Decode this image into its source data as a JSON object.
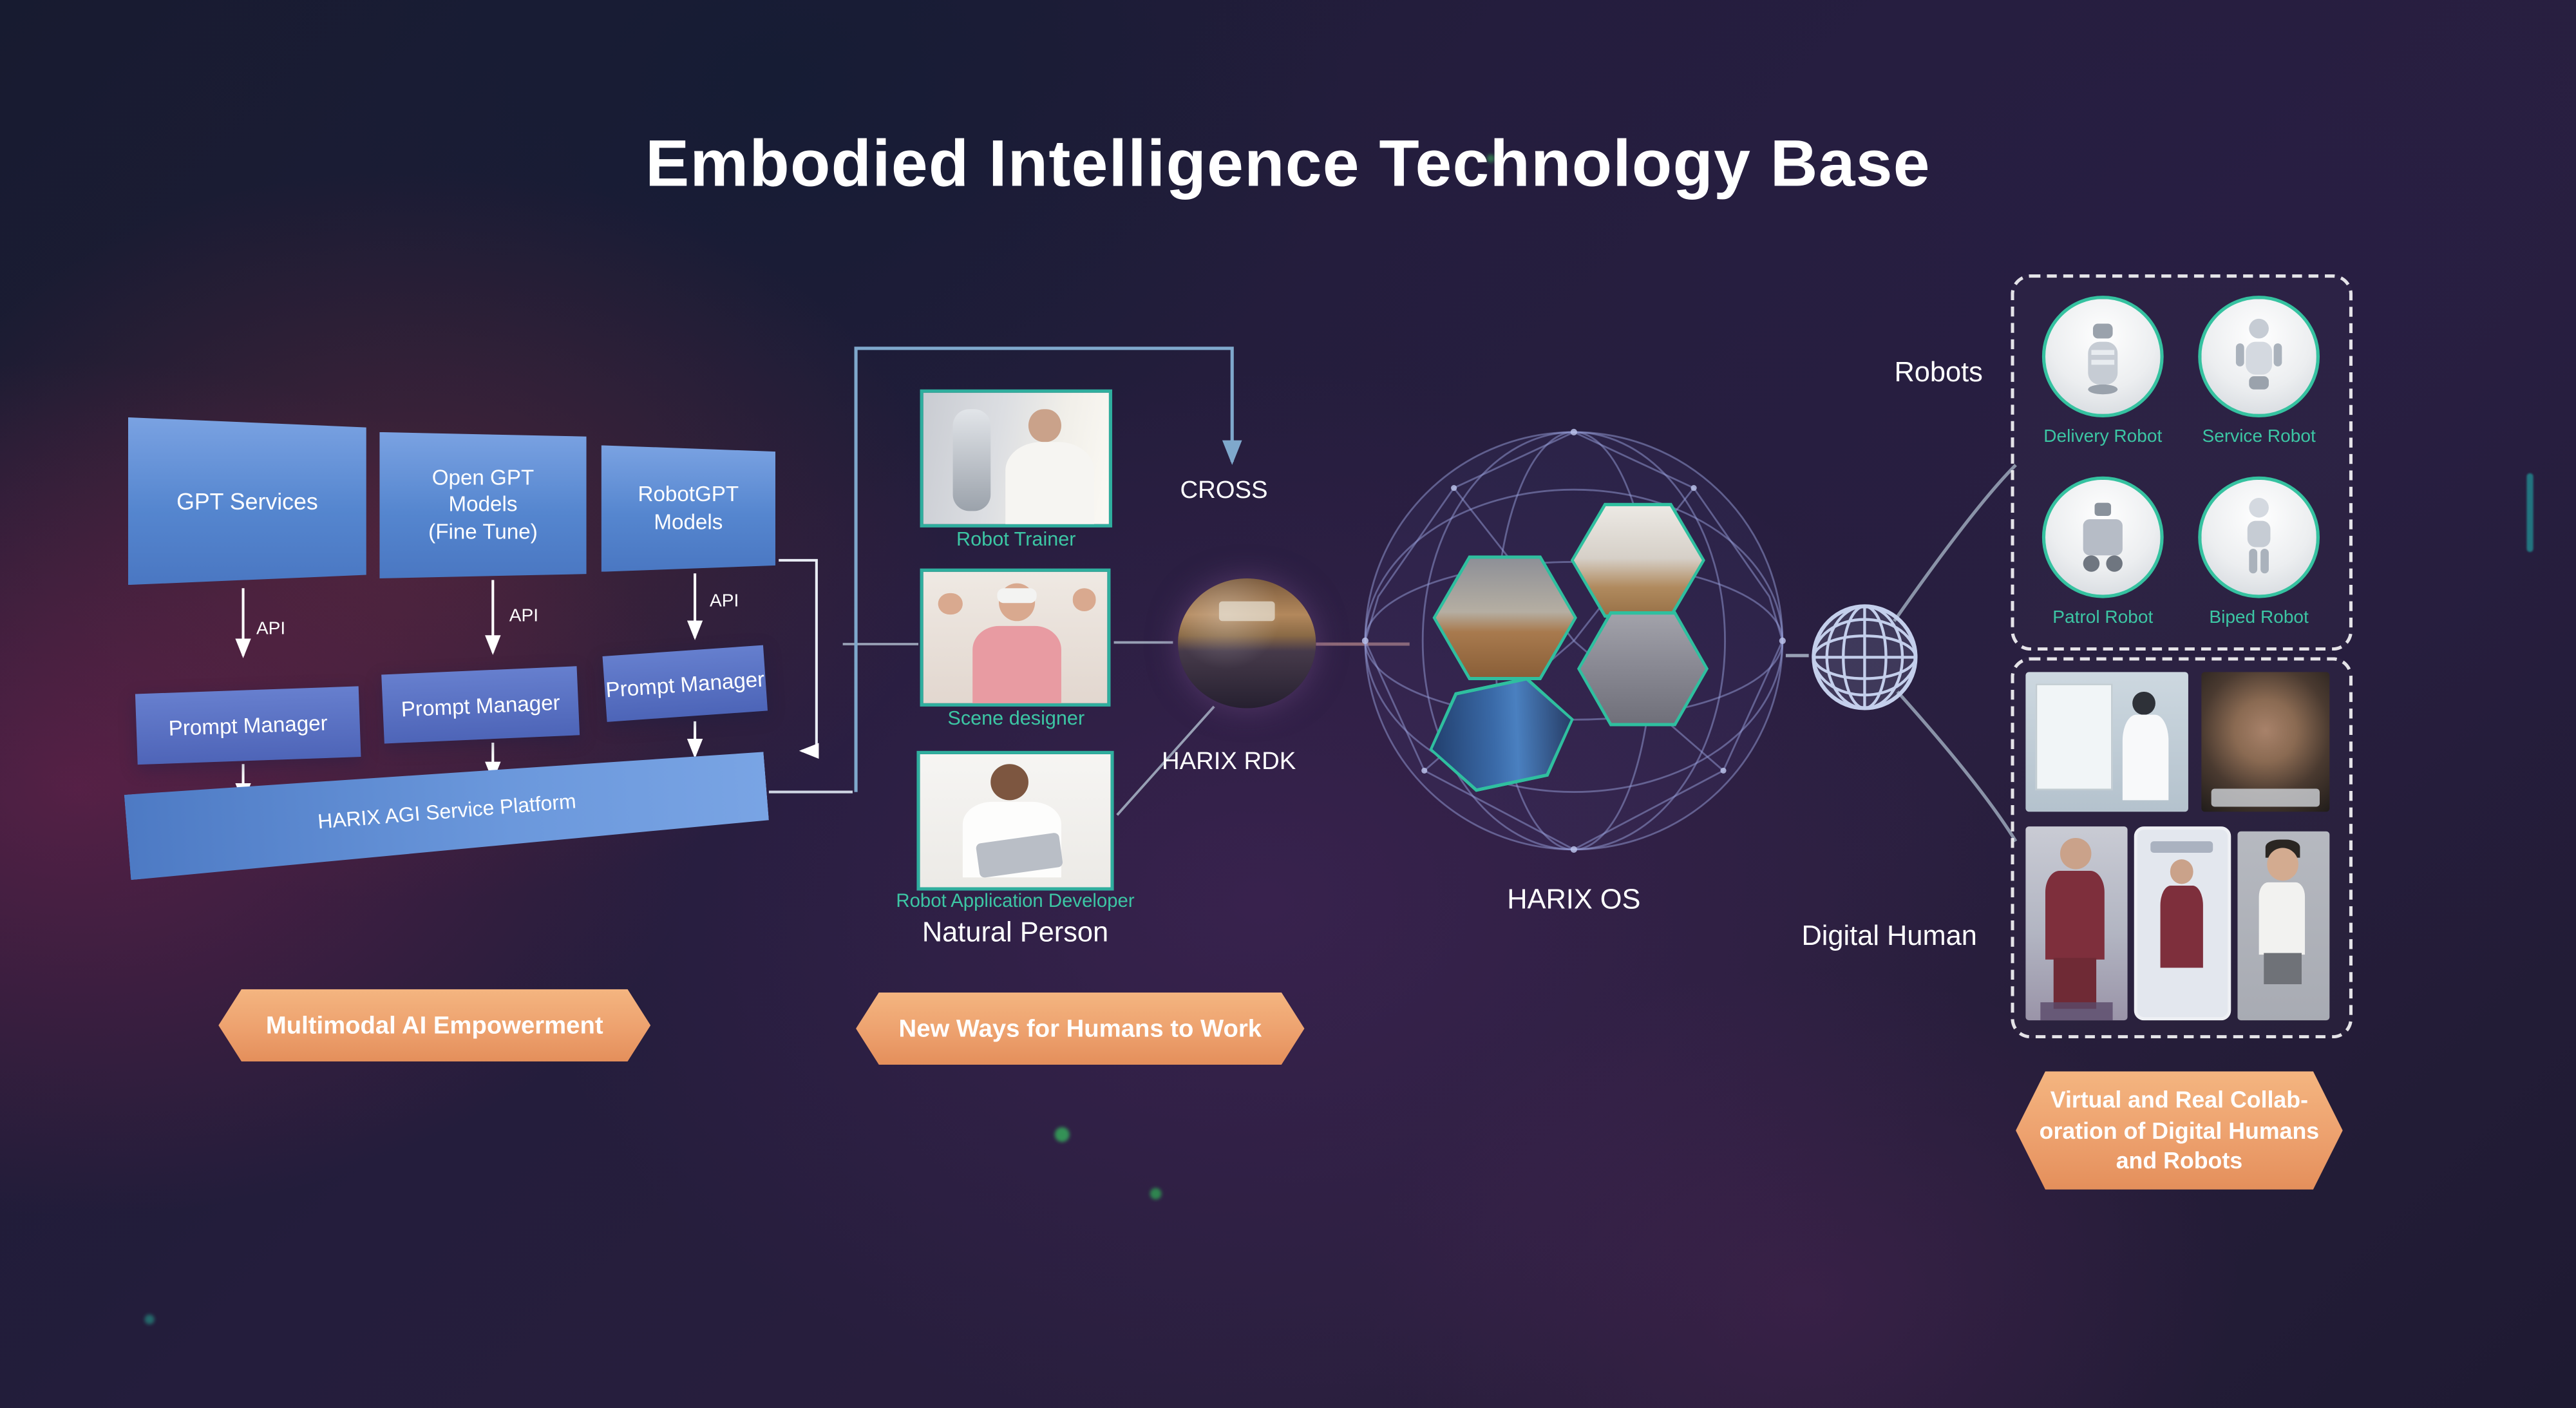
{
  "title": "Embodied Intelligence Technology Base",
  "left": {
    "gpt_boxes": [
      {
        "label": "GPT Services"
      },
      {
        "label": "Open GPT\nModels\n(Fine Tune)"
      },
      {
        "label": "RobotGPT\nModels"
      }
    ],
    "api_label": "API",
    "prompt_manager_label": "Prompt Manager",
    "platform_label": "HARIX AGI Service Platform",
    "banner": "Multimodal AI Empowerment"
  },
  "middle": {
    "personas": [
      {
        "caption": "Robot Trainer"
      },
      {
        "caption": "Scene designer"
      },
      {
        "caption": "Robot Application Developer"
      }
    ],
    "cross_label": "CROSS",
    "rdk_label": "HARIX RDK",
    "group_label": "Natural Person",
    "banner": "New Ways for Humans to Work"
  },
  "center": {
    "os_label": "HARIX OS"
  },
  "right": {
    "robots_label": "Robots",
    "robots": [
      {
        "caption": "Delivery Robot"
      },
      {
        "caption": "Service Robot"
      },
      {
        "caption": "Patrol Robot"
      },
      {
        "caption": "Biped Robot"
      }
    ],
    "digital_human_label": "Digital Human",
    "banner": "Virtual and Real Collab-\noration of Digital Humans\nand Robots"
  },
  "colors": {
    "accent_teal": "#35c2a0",
    "box_blue": "#5b8ad6",
    "banner_orange": "#eda16e",
    "background": "#201b36",
    "line_grey": "#98a0b5"
  }
}
